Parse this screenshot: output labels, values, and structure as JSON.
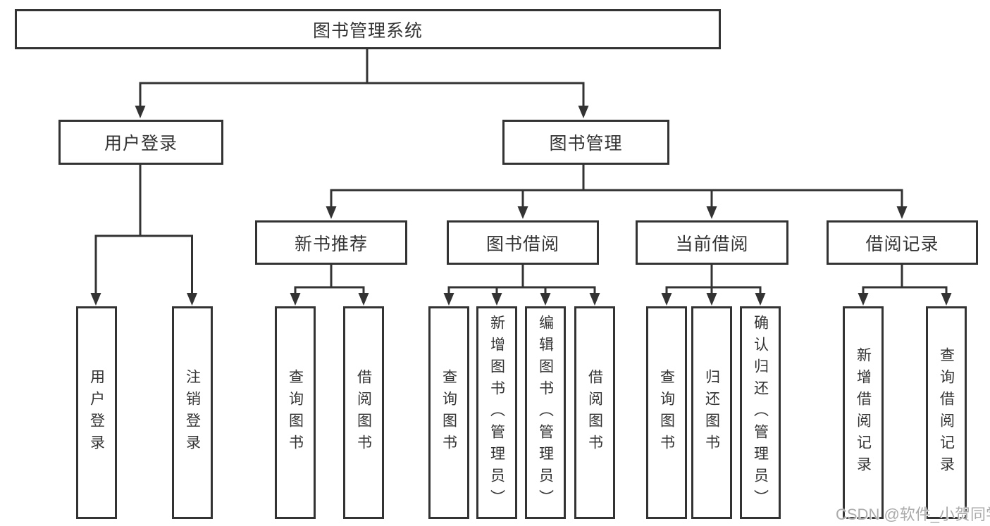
{
  "diagram": {
    "root": {
      "label": "图书管理系统"
    },
    "branches": [
      {
        "label": "用户登录",
        "children": [
          {
            "label": "用户登录"
          },
          {
            "label": "注销登录"
          }
        ]
      },
      {
        "label": "图书管理",
        "children": [
          {
            "label": "新书推荐",
            "children": [
              {
                "label": "查询图书"
              },
              {
                "label": "借阅图书"
              }
            ]
          },
          {
            "label": "图书借阅",
            "children": [
              {
                "label": "查询图书"
              },
              {
                "label": "新增图书（管理员）"
              },
              {
                "label": "编辑图书（管理员）"
              },
              {
                "label": "借阅图书"
              }
            ]
          },
          {
            "label": "当前借阅",
            "children": [
              {
                "label": "查询图书"
              },
              {
                "label": "归还图书"
              },
              {
                "label": "确认归还（管理员）"
              }
            ]
          },
          {
            "label": "借阅记录",
            "children": [
              {
                "label": "新增借阅记录"
              },
              {
                "label": "查询借阅记录"
              }
            ]
          }
        ]
      }
    ]
  },
  "watermark": {
    "text": "CSDN @软件_小贺同学"
  },
  "colors": {
    "line": "#333333",
    "box_border": "#333333",
    "text": "#333333",
    "background": "#ffffff",
    "watermark": "#ababab"
  }
}
